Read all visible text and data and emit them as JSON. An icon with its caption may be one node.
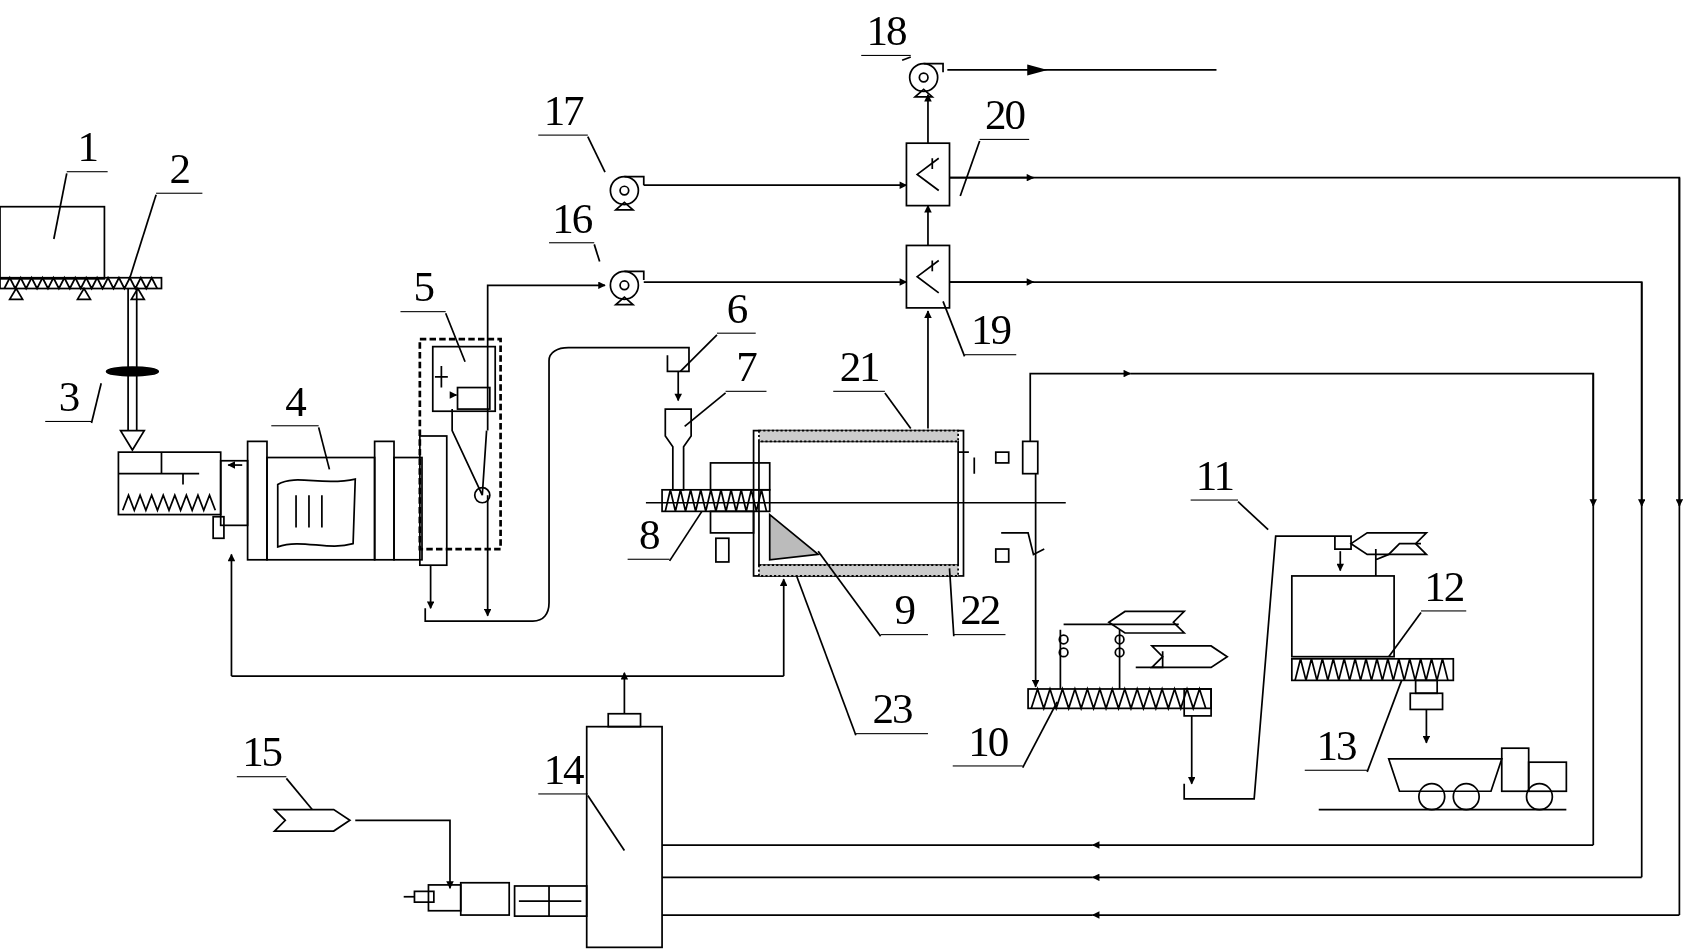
{
  "diagram": {
    "nodes": [
      {
        "text": [
          "1"
        ]
      },
      {
        "text": [
          "2"
        ]
      },
      {
        "text": [
          "3"
        ]
      },
      {
        "text": [
          "4"
        ]
      },
      {
        "text": [
          "5"
        ]
      },
      {
        "text": [
          "6"
        ]
      },
      {
        "text": [
          "7"
        ]
      },
      {
        "text": [
          "8"
        ]
      },
      {
        "text": [
          "9"
        ]
      },
      {
        "text": [
          "10"
        ]
      },
      {
        "text": [
          "11"
        ]
      },
      {
        "text": [
          "12"
        ]
      },
      {
        "text": [
          "13"
        ]
      },
      {
        "text": [
          "14"
        ]
      },
      {
        "text": [
          "15"
        ]
      },
      {
        "text": [
          "16"
        ]
      },
      {
        "text": [
          "17"
        ]
      },
      {
        "text": [
          "18"
        ]
      },
      {
        "text": [
          "19"
        ]
      },
      {
        "text": [
          "20"
        ]
      },
      {
        "text": [
          "21"
        ]
      },
      {
        "text": [
          "22"
        ]
      },
      {
        "text": [
          "23"
        ]
      }
    ],
    "edges": [
      {
        "from": 0,
        "to": null,
        "arrow": "none"
      },
      {
        "from": 1,
        "to": null,
        "arrow": "none"
      },
      {
        "from": 2,
        "to": null,
        "arrow": "none"
      },
      {
        "from": 3,
        "to": null,
        "arrow": "none"
      },
      {
        "from": 4,
        "to": null,
        "arrow": "none"
      },
      {
        "from": 5,
        "to": null,
        "arrow": "none"
      },
      {
        "from": 6,
        "to": null,
        "arrow": "none"
      },
      {
        "from": 7,
        "to": null,
        "arrow": "none"
      },
      {
        "from": 8,
        "to": null,
        "arrow": "none"
      },
      {
        "from": 9,
        "to": null,
        "arrow": "none"
      },
      {
        "from": 10,
        "to": null,
        "arrow": "none"
      },
      {
        "from": 11,
        "to": null,
        "arrow": "none"
      },
      {
        "from": 12,
        "to": null,
        "arrow": "none"
      },
      {
        "from": 13,
        "to": null,
        "arrow": "none"
      },
      {
        "from": 14,
        "to": null,
        "arrow": "none"
      },
      {
        "from": 15,
        "to": null,
        "arrow": "none"
      },
      {
        "from": 16,
        "to": null,
        "arrow": "none"
      },
      {
        "from": 17,
        "to": null,
        "arrow": "none"
      },
      {
        "from": 18,
        "to": null,
        "arrow": "none"
      },
      {
        "from": 19,
        "to": null,
        "arrow": "none"
      },
      {
        "from": 20,
        "to": null,
        "arrow": "none"
      },
      {
        "from": 21,
        "to": null,
        "arrow": "none"
      },
      {
        "from": 22,
        "to": null,
        "arrow": "none"
      }
    ]
  }
}
